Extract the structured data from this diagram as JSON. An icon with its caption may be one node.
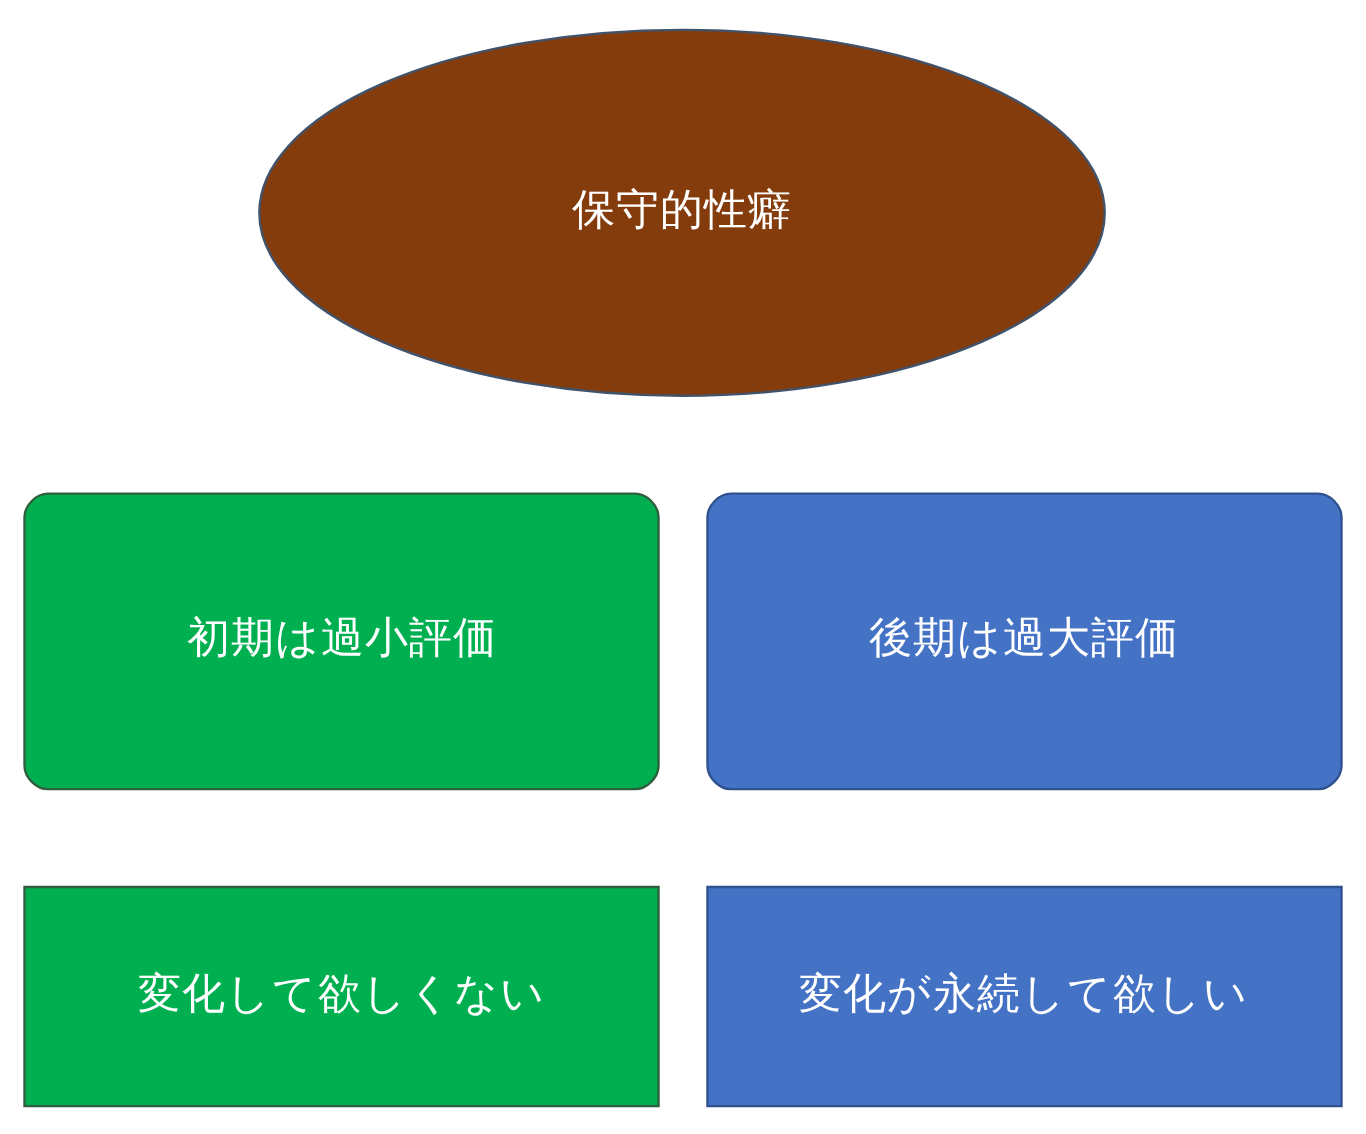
{
  "diagram": {
    "nodes": [
      {
        "text": [
          "保守的性癖"
        ]
      },
      {
        "text": [
          "初期は過小評価"
        ]
      },
      {
        "text": [
          "後期は過大評価"
        ]
      },
      {
        "text": [
          "変化して欲しくない"
        ]
      },
      {
        "text": [
          "変化が永続して欲しい"
        ]
      }
    ]
  }
}
